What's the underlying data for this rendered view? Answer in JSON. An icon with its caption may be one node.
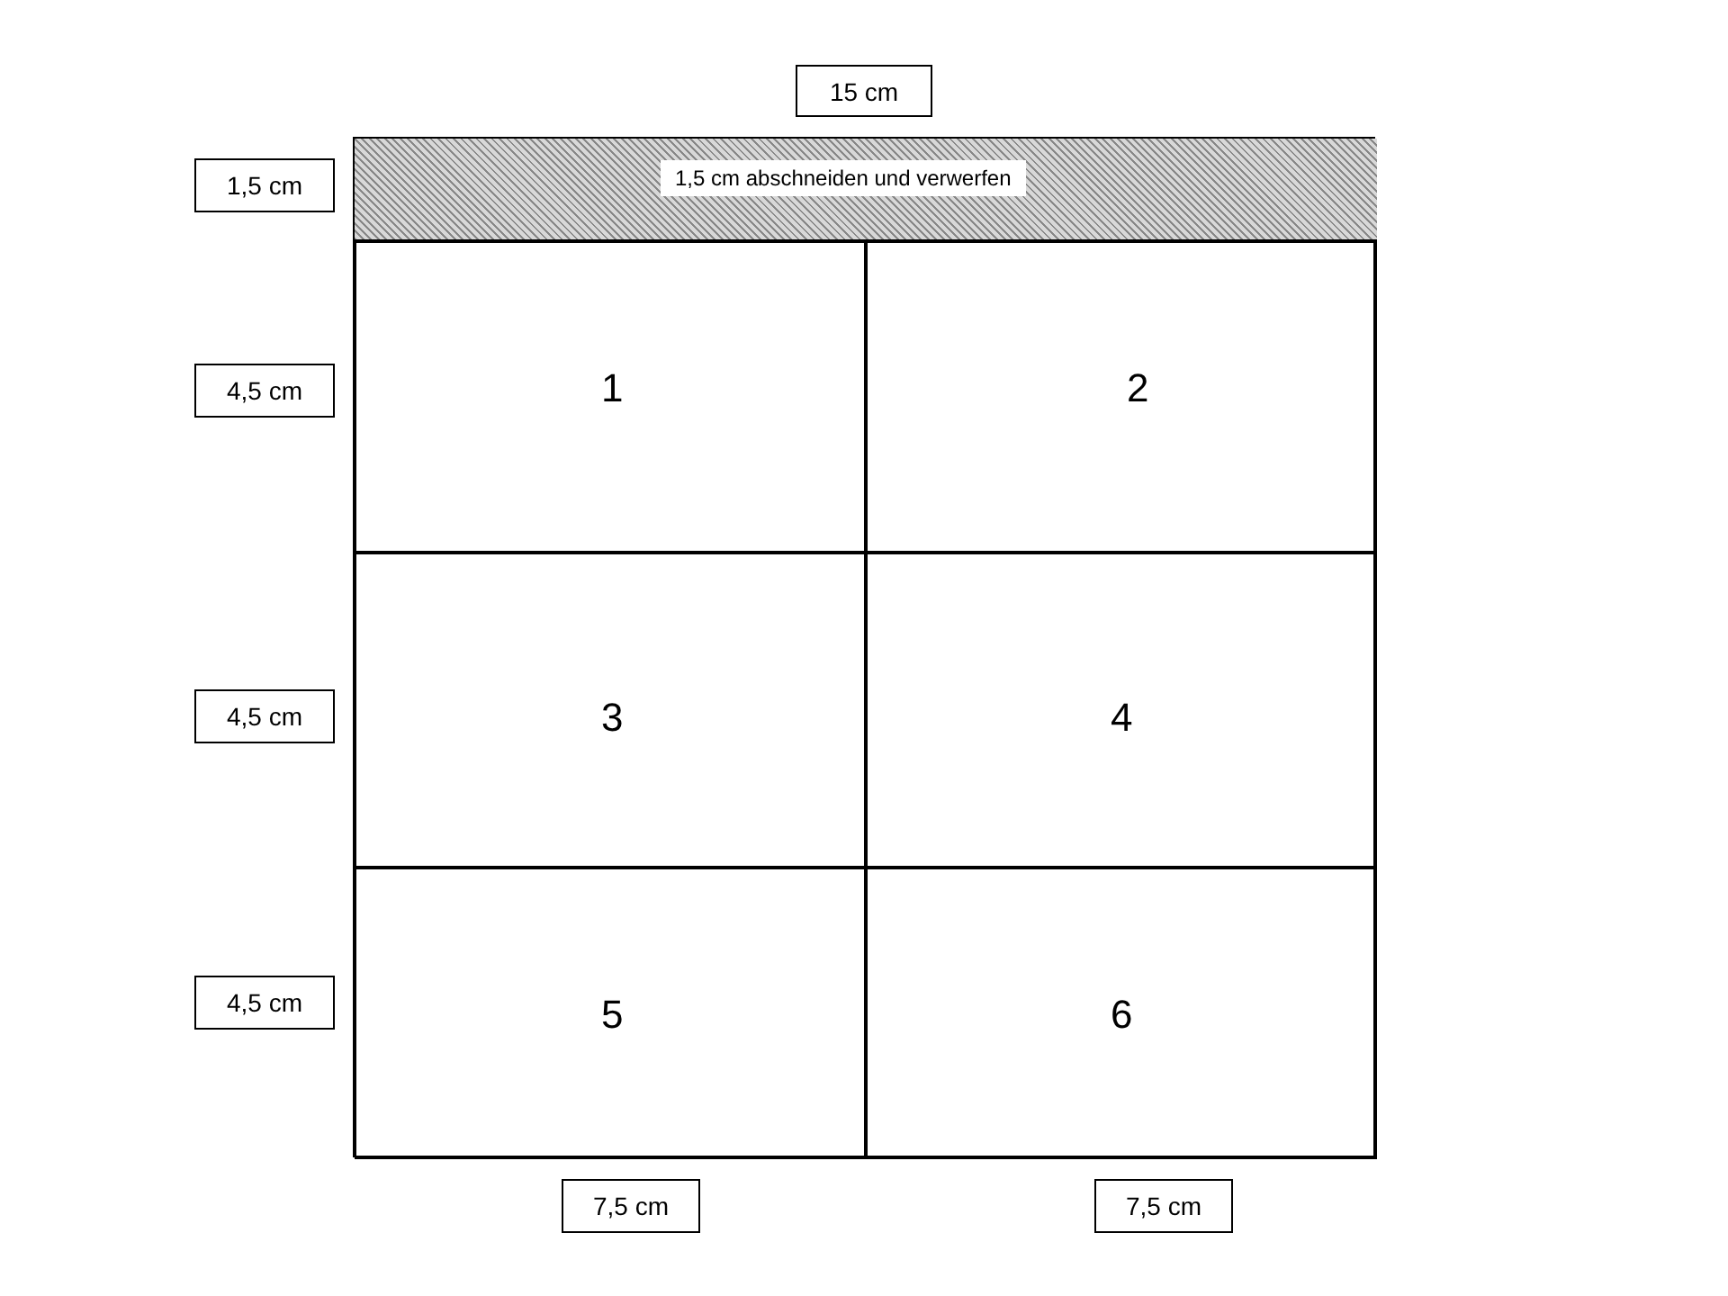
{
  "diagram": {
    "nodes": [
      {
        "text": [],
        "shape": "box"
      },
      {
        "text": [
          "1,5 cm abschneiden und verwerfen"
        ],
        "in": 0
      },
      {
        "text": [
          "1"
        ],
        "in": 0
      },
      {
        "text": [
          "2"
        ],
        "in": 0
      },
      {
        "text": [
          "3"
        ],
        "in": 0
      },
      {
        "text": [
          "4"
        ],
        "in": 0
      },
      {
        "text": [
          "5"
        ],
        "in": 0
      },
      {
        "text": [
          "6"
        ],
        "in": 0
      }
    ],
    "edges": [],
    "labels": [
      "15 cm",
      "1,5 cm",
      "4,5 cm",
      "4,5 cm",
      "4,5 cm",
      "7,5 cm",
      "7,5 cm"
    ]
  }
}
